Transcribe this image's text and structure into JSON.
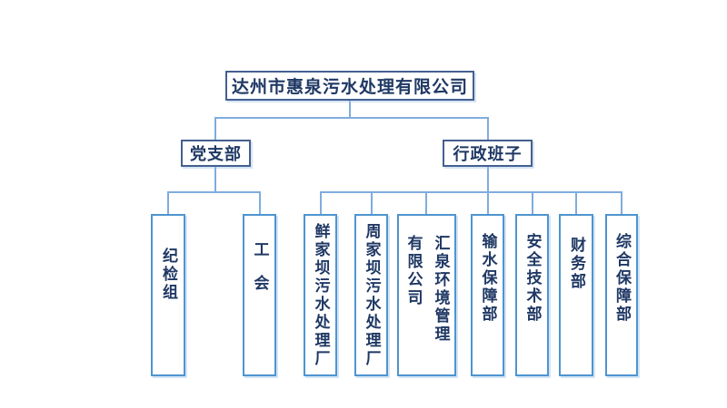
{
  "colors": {
    "background": "#ffffff",
    "text": "#1F3864",
    "level_box_border": "#44608F",
    "child_box_border": "#4E95D0",
    "connector": "#7FACDE"
  },
  "org_chart": {
    "root": {
      "label": "达州市惠泉污水处理有限公司"
    },
    "branches": [
      {
        "label": "党支部"
      },
      {
        "label": "行政班子"
      }
    ],
    "party_children": [
      {
        "label": "纪检组"
      },
      {
        "label": "工会"
      }
    ],
    "admin_children": [
      {
        "label": "鲜家坝污水处理厂"
      },
      {
        "label": "周家坝污水处理厂"
      },
      {
        "label": "汇泉环境管理\n有限公司"
      },
      {
        "label": "输水保障部"
      },
      {
        "label": "安全技术部"
      },
      {
        "label": "财务部"
      },
      {
        "label": "综合保障部"
      }
    ]
  }
}
